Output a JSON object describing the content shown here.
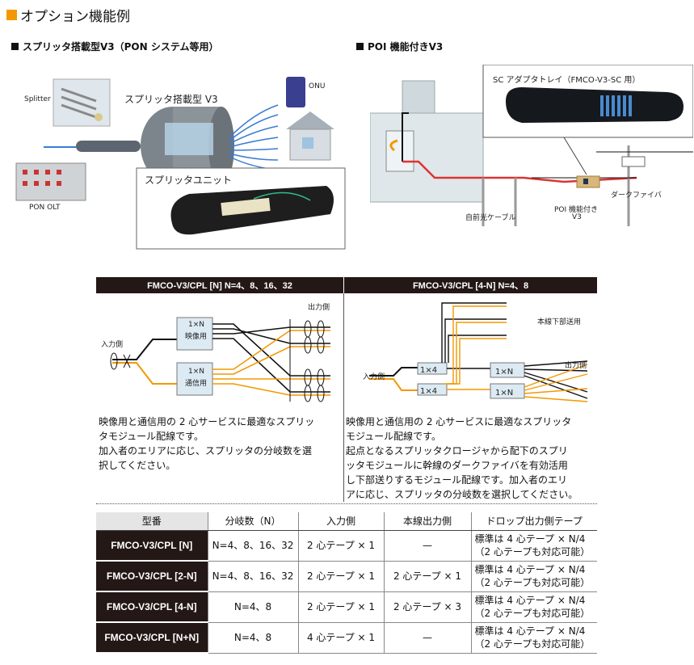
{
  "header": {
    "title": "オプション機能例",
    "left_section": "スプリッタ搭載型V3（PON システム等用）",
    "right_section": "POI 機能付きV3"
  },
  "left_diagram": {
    "splitter_label": "Splitter",
    "v3_label": "スプリッタ搭載型 V3",
    "onu_label": "ONU",
    "pon_olt_label": "PON OLT",
    "unit_label": "スプリッタユニット"
  },
  "right_diagram": {
    "sc_tray_label": "SC アダプタトレイ（FMCO-V3-SC 用）",
    "dark_fiber_label": "ダークファイバ",
    "self_cable_label": "自前光ケーブル",
    "poi_v3_label_1": "POI 機能付き",
    "poi_v3_label_2": "V3"
  },
  "config": {
    "left_header": "FMCO-V3/CPL [N] N=4、8、16、32",
    "right_header": "FMCO-V3/CPL [4-N] N=4、8",
    "left_input": "入力側",
    "left_output": "出力側",
    "left_box1_a": "1×N",
    "left_box1_b": "映像用",
    "left_box2_a": "1×N",
    "left_box2_b": "通信用",
    "right_input": "入力側",
    "right_output": "出力側",
    "right_downstream": "本線下部送用",
    "right_box1": "1×4",
    "right_box2": "1×4",
    "right_box3": "1×N",
    "right_box4": "1×N",
    "left_desc": [
      "映像用と通信用の 2 心サービスに最適なスプリッ",
      "タモジュール配線です。",
      "加入者のエリアに応じ、スプリッタの分岐数を選",
      "択してください。"
    ],
    "right_desc": [
      "映像用と通信用の 2 心サービスに最適なスプリッタ",
      "モジュール配線です。",
      "起点となるスプリッタクロージャから配下のスプリ",
      "ッタモジュールに幹線のダークファイバを有効活用",
      "し下部送りするモジュール配線です。加入者のエリ",
      "アに応じ、スプリッタの分岐数を選択してください。"
    ]
  },
  "spec_table": {
    "headers": [
      "型番",
      "分岐数（N）",
      "入力側",
      "本線出力側",
      "ドロップ出力側テープ"
    ],
    "rows": [
      {
        "model": "FMCO-V3/CPL [N]",
        "branch": "N=4、8、16、32",
        "input": "2 心テープ × 1",
        "main_out": "—",
        "drop_1": "標準は 4 心テープ × N/4",
        "drop_2": "（2 心テープも対応可能）"
      },
      {
        "model": "FMCO-V3/CPL [2-N]",
        "branch": "N=4、8、16、32",
        "input": "2 心テープ × 1",
        "main_out": "2 心テープ × 1",
        "drop_1": "標準は 4 心テープ × N/4",
        "drop_2": "（2 心テープも対応可能）"
      },
      {
        "model": "FMCO-V3/CPL [4-N]",
        "branch": "N=4、8",
        "input": "2 心テープ × 1",
        "main_out": "2 心テープ × 3",
        "drop_1": "標準は 4 心テープ × N/4",
        "drop_2": "（2 心テープも対応可能）"
      },
      {
        "model": "FMCO-V3/CPL [N+N]",
        "branch": "N=4、8",
        "input": "4 心テープ × 1",
        "main_out": "—",
        "drop_1": "標準は 4 心テープ × N/4",
        "drop_2": "（2 心テープも対応可能）"
      }
    ]
  }
}
